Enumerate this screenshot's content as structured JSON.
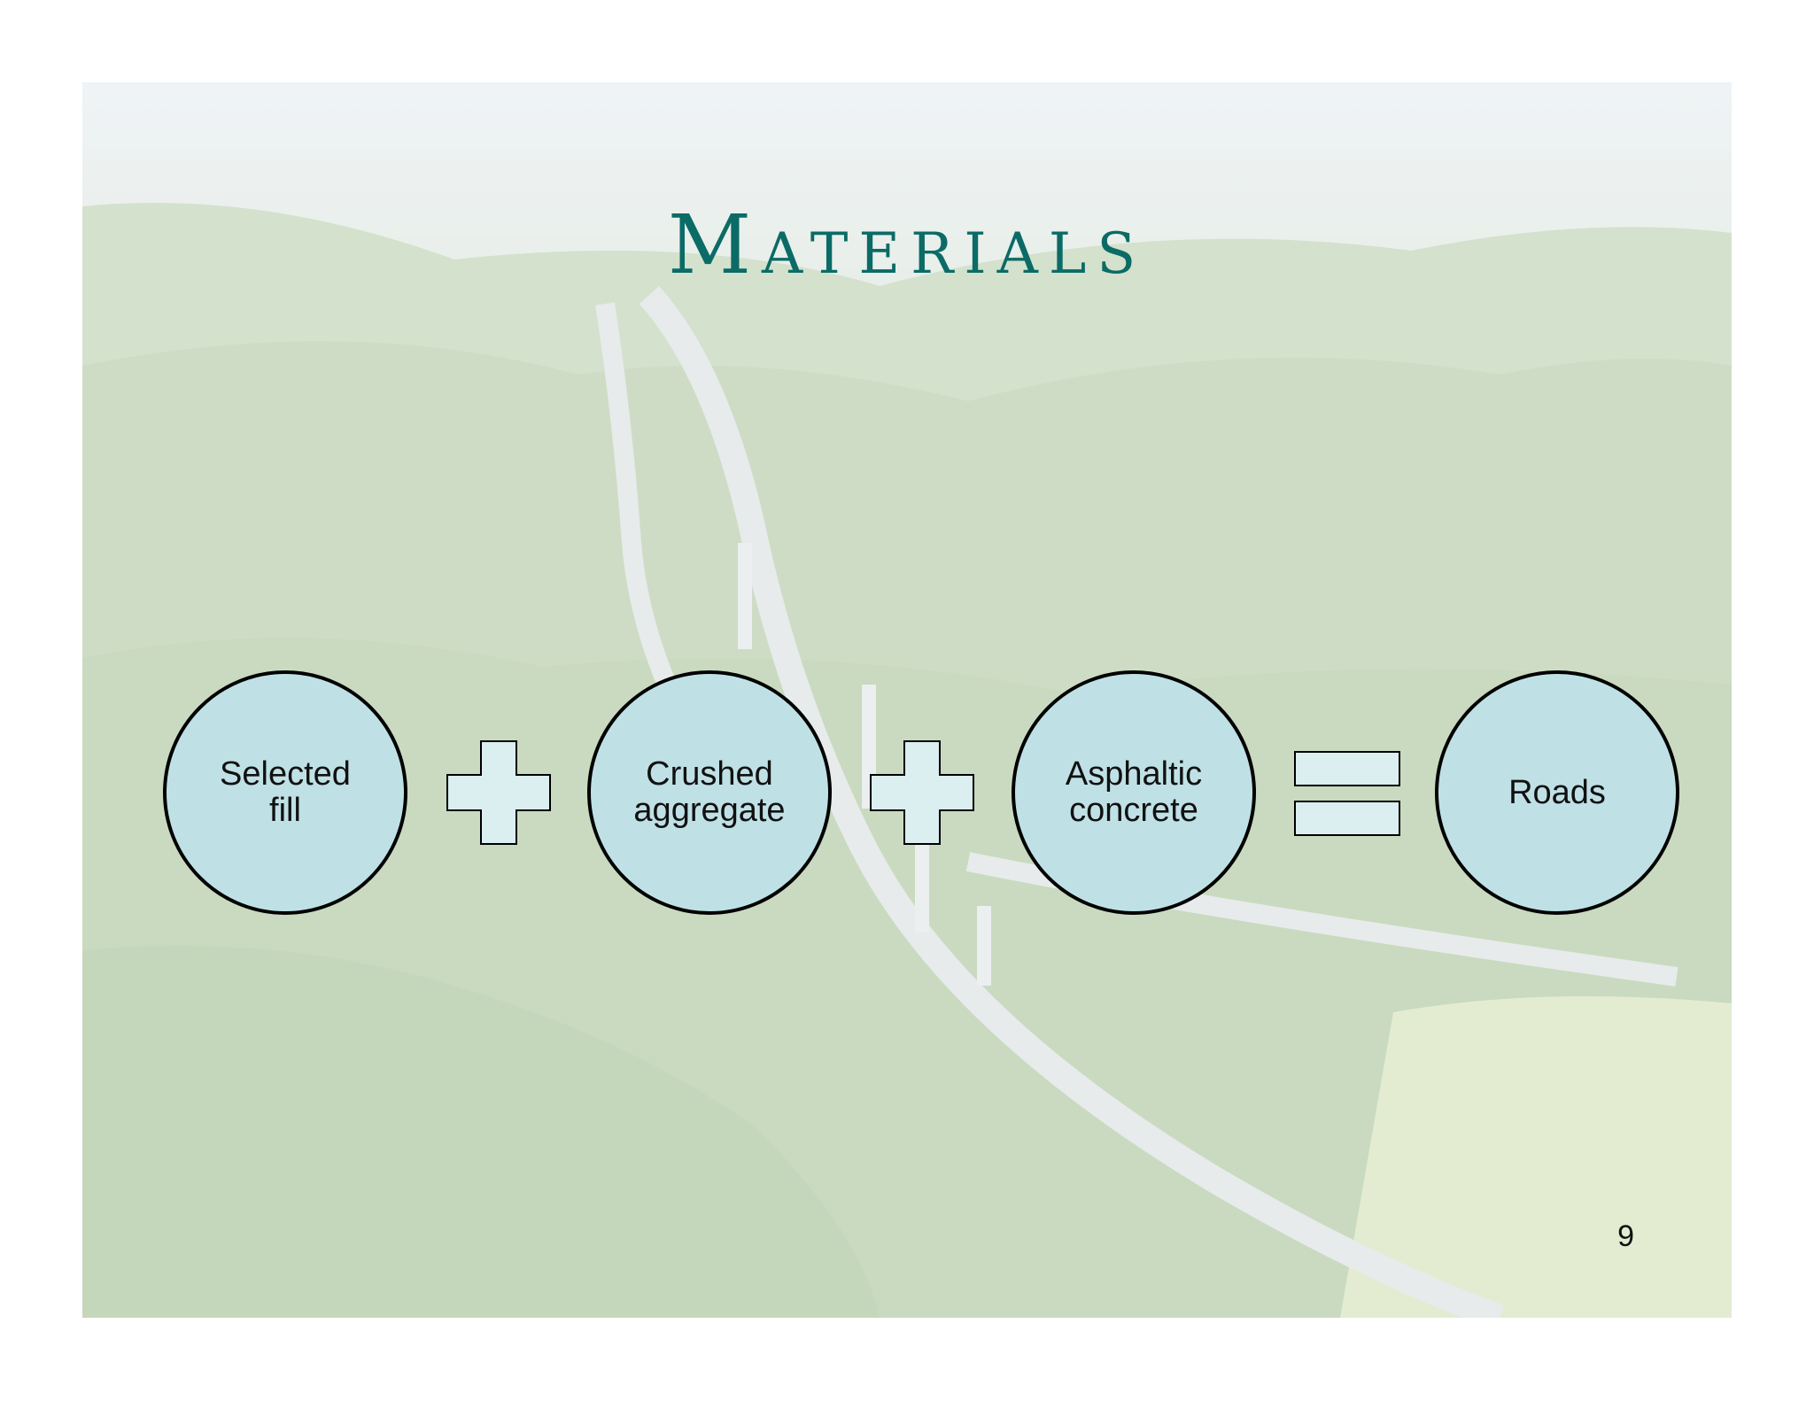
{
  "slide": {
    "title": "Materials",
    "page_number": "9"
  },
  "diagram": {
    "nodes": [
      {
        "label": "Selected\nfill"
      },
      {
        "label": "Crushed\naggregate"
      },
      {
        "label": "Asphaltic\nconcrete"
      },
      {
        "label": "Roads"
      }
    ],
    "operators": [
      "plus",
      "plus",
      "equals"
    ]
  },
  "colors": {
    "title": "#0b6b66",
    "node_fill": "#bfe1e6",
    "operator_fill": "#dbeef0",
    "outline": "#000000"
  }
}
